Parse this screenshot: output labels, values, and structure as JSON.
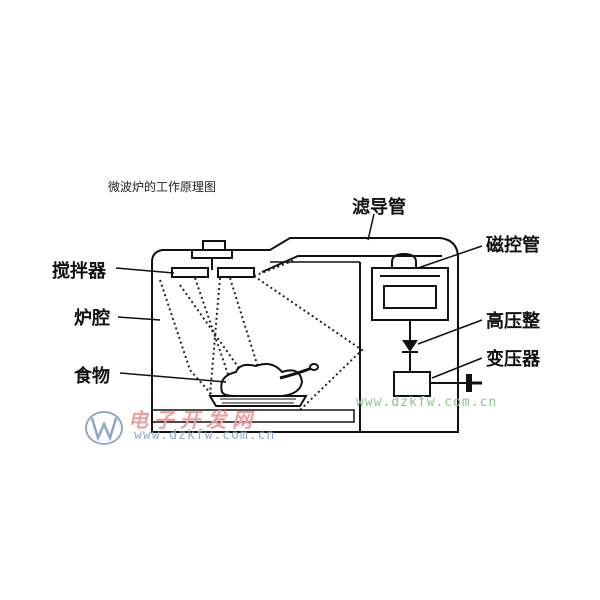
{
  "caption": "微波炉的工作原理图",
  "labels": {
    "filter": "滤导管",
    "stirrer": "搅拌器",
    "cavity": "炉腔",
    "food": "食物",
    "magnetron": "磁控管",
    "hv_rectifier": "高压整",
    "transformer": "变压器"
  },
  "watermark": {
    "url_top": "www.dzkfw.com.cn",
    "site_name": "电子开发网",
    "url_bottom": "www.dzkfw.com.cn",
    "logo_icon": "dzkfw-logo-icon",
    "colors": {
      "url_top": "#8fc28f",
      "site_name": "#e9a0a0",
      "url_bottom": "#8fa8c8",
      "logo": "#8fa8c8"
    }
  }
}
